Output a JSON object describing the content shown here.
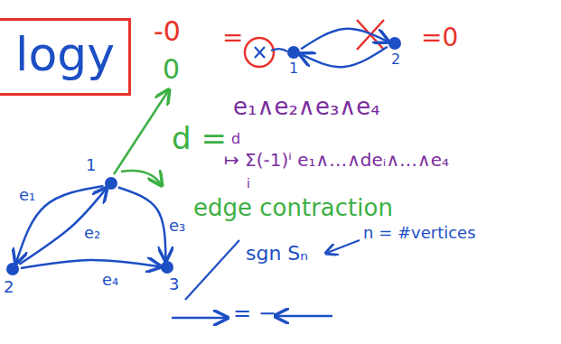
{
  "diagram": {
    "nodes": [
      {
        "text": [
          "logy"
        ]
      },
      {
        "text": [
          "1"
        ]
      },
      {
        "text": [
          "2"
        ]
      },
      {
        "text": [
          "1"
        ]
      },
      {
        "text": [
          "2"
        ]
      },
      {
        "text": [
          "3"
        ]
      }
    ],
    "edges": [
      {
        "from": 1,
        "to": 2,
        "arrow": "to"
      },
      {
        "from": 2,
        "to": 1,
        "arrow": "to"
      },
      {
        "from": 3,
        "to": 4,
        "label": "e₁",
        "arrow": "to"
      },
      {
        "from": 4,
        "to": 3,
        "label": "e₂",
        "arrow": "to"
      },
      {
        "from": 3,
        "to": 5,
        "label": "e₃",
        "arrow": "to"
      },
      {
        "from": 4,
        "to": 5,
        "label": "e₄",
        "arrow": "to"
      }
    ],
    "labels": [
      "-0",
      "=",
      "=0",
      "0",
      "e₁∧e₂∧e₃∧e₄",
      "d =",
      "d",
      "↦ Σ(-1)ⁱ e₁∧…∧deᵢ∧…∧e₄",
      "i",
      "edge contraction",
      "sgn Sₙ",
      "n = #vertices",
      "= −"
    ]
  }
}
